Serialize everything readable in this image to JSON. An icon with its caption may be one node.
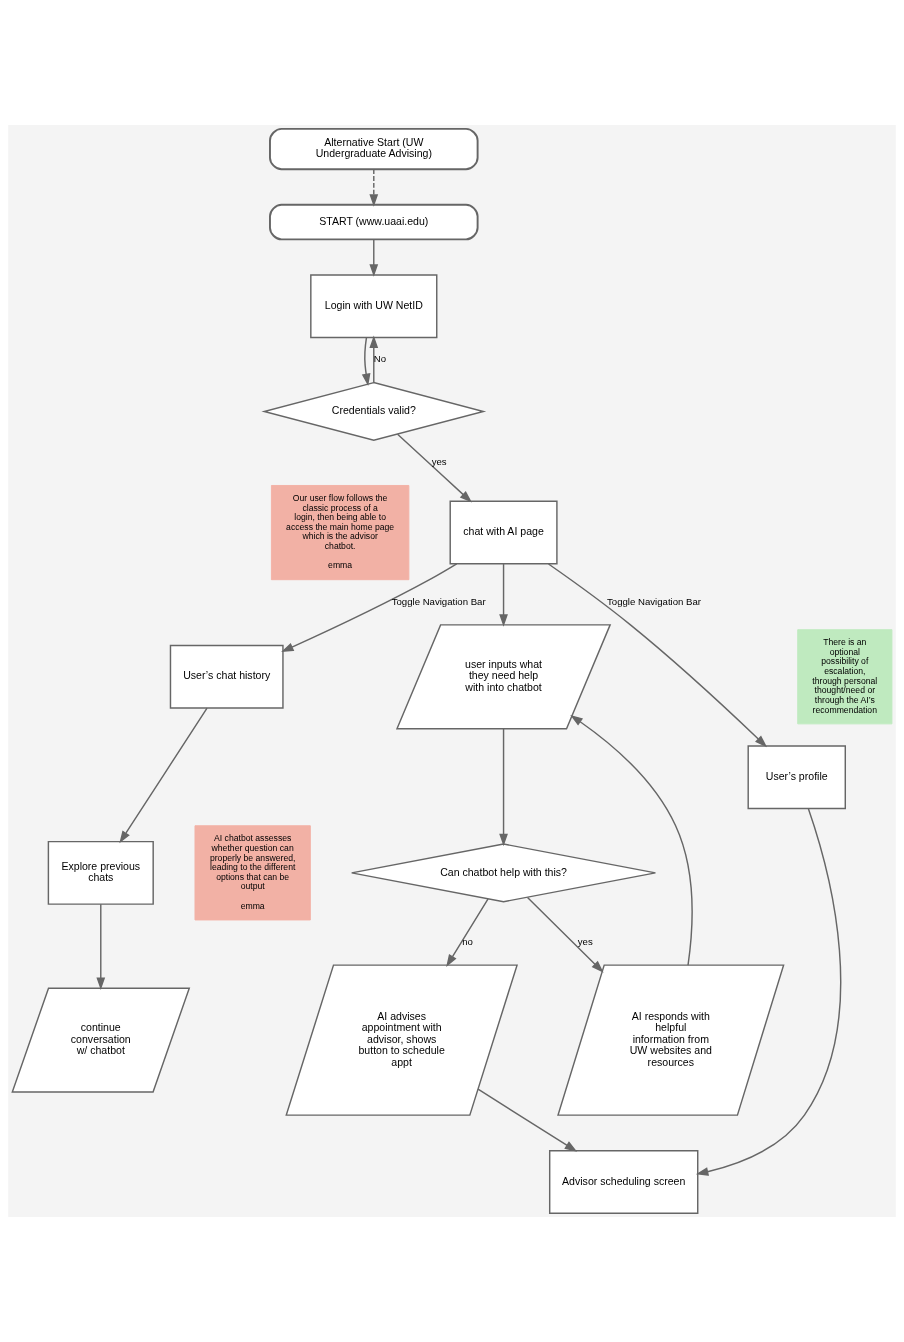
{
  "diagram": {
    "nodes": [
      {
        "text": [
          "Alternative Start (UW Undergraduate Advising)"
        ]
      },
      {
        "text": [
          "START (www.uaai.edu)"
        ]
      },
      {
        "text": [
          "Login with UW NetID"
        ]
      },
      {
        "text": [
          "Credentials valid?"
        ]
      },
      {
        "text": [
          "Our user flow follows the classic process of a login, then being able to access the main home page which is the advisor chatbot.",
          "emma"
        ]
      },
      {
        "text": [
          "chat with AI page"
        ]
      },
      {
        "text": [
          "User’s chat history"
        ]
      },
      {
        "text": [
          "There is an optional possibility of escalation, through personal thought/need or through the AI’s recommendation"
        ]
      },
      {
        "text": [
          "user inputs what they need help with into chatbot"
        ]
      },
      {
        "text": [
          "User’s profile"
        ]
      },
      {
        "text": [
          "Explore previous chats"
        ]
      },
      {
        "text": [
          "AI chatbot assesses whether question can properly be answered, leading to the different options that can be output",
          "emma"
        ]
      },
      {
        "text": [
          "Can chatbot help with this?"
        ]
      },
      {
        "text": [
          "AI advises appointment with advisor, shows button to schedule appt"
        ]
      },
      {
        "text": [
          "continue conversation w/ chatbot"
        ]
      },
      {
        "text": [
          "AI responds with helpful information from UW websites and resources"
        ]
      },
      {
        "text": [
          "Advisor scheduling screen"
        ]
      }
    ],
    "edges": [
      {
        "from": 0,
        "to": 1,
        "arrow": "to",
        "style": "dashed"
      },
      {
        "from": 1,
        "to": 2,
        "arrow": "to"
      },
      {
        "from": 2,
        "to": 3,
        "arrow": "to"
      },
      {
        "from": 3,
        "to": 2,
        "arrow": "to",
        "label": "No"
      },
      {
        "from": 3,
        "to": 5,
        "arrow": "to",
        "label": "yes"
      },
      {
        "from": 5,
        "to": 6,
        "arrow": "to",
        "label": "Toggle Navigation Bar"
      },
      {
        "from": 5,
        "to": 9,
        "arrow": "to",
        "label": "Toggle Navigation Bar"
      },
      {
        "from": 5,
        "to": 8,
        "arrow": "to"
      },
      {
        "from": 6,
        "to": 10,
        "arrow": "to"
      },
      {
        "from": 10,
        "to": 14,
        "arrow": "to"
      },
      {
        "from": 8,
        "to": 12,
        "arrow": "to"
      },
      {
        "from": 12,
        "to": 13,
        "arrow": "to",
        "label": "no"
      },
      {
        "from": 12,
        "to": 15,
        "arrow": "to",
        "label": "yes"
      },
      {
        "from": 15,
        "to": 8,
        "arrow": "to"
      },
      {
        "from": 13,
        "to": 16,
        "arrow": "to"
      },
      {
        "from": 9,
        "to": 16,
        "arrow": "to"
      }
    ]
  }
}
